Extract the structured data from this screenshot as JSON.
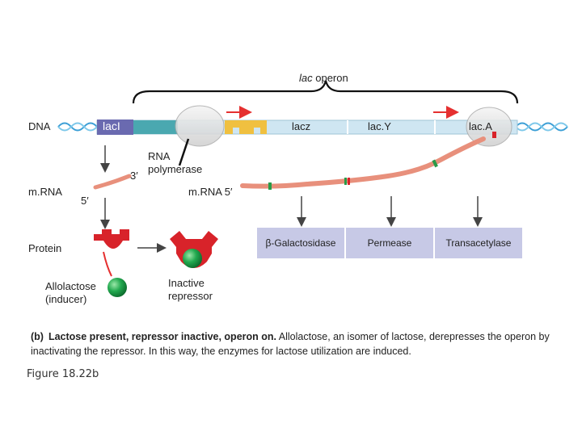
{
  "operon_label": {
    "italic": "lac",
    "rest": " operon"
  },
  "dna_label": "DNA",
  "genes": {
    "laci": "lacI",
    "lacz": "lacz",
    "lacy": "lac.Y",
    "laca": "lac.A"
  },
  "rna_polymerase": "RNA\npolymerase",
  "prime_3": "3′",
  "prime_5": "5′",
  "mrna_label": "m.RNA",
  "mrna5_label": "m.RNA 5′",
  "protein_label": "Protein",
  "allolactose_label": "Allolactose\n(inducer)",
  "inactive_label": "Inactive\nrepressor",
  "proteins": {
    "galactosidase": "β-Galactosidase",
    "permease": "Permease",
    "transacetylase": "Transacetylase"
  },
  "caption": {
    "tag": "(b)",
    "bold": "Lactose present, repressor inactive, operon on.",
    "text": " Allolactose, an isomer of lactose, derepresses the operon by inactivating the repressor. In this way, the enzymes for lactose utilization are induced."
  },
  "figure_label": "Figure 18.22b",
  "colors": {
    "laci_box": "#6a6ab0",
    "promoter": "#4aa8b0",
    "operator": "#f0c040",
    "dna_bar": "#cfe6f2",
    "mrna": "#e8907c",
    "repressor": "#d8232a",
    "inducer": "#1fa04a",
    "protein_box": "#c7c9e6",
    "arrow_red": "#e53030"
  }
}
